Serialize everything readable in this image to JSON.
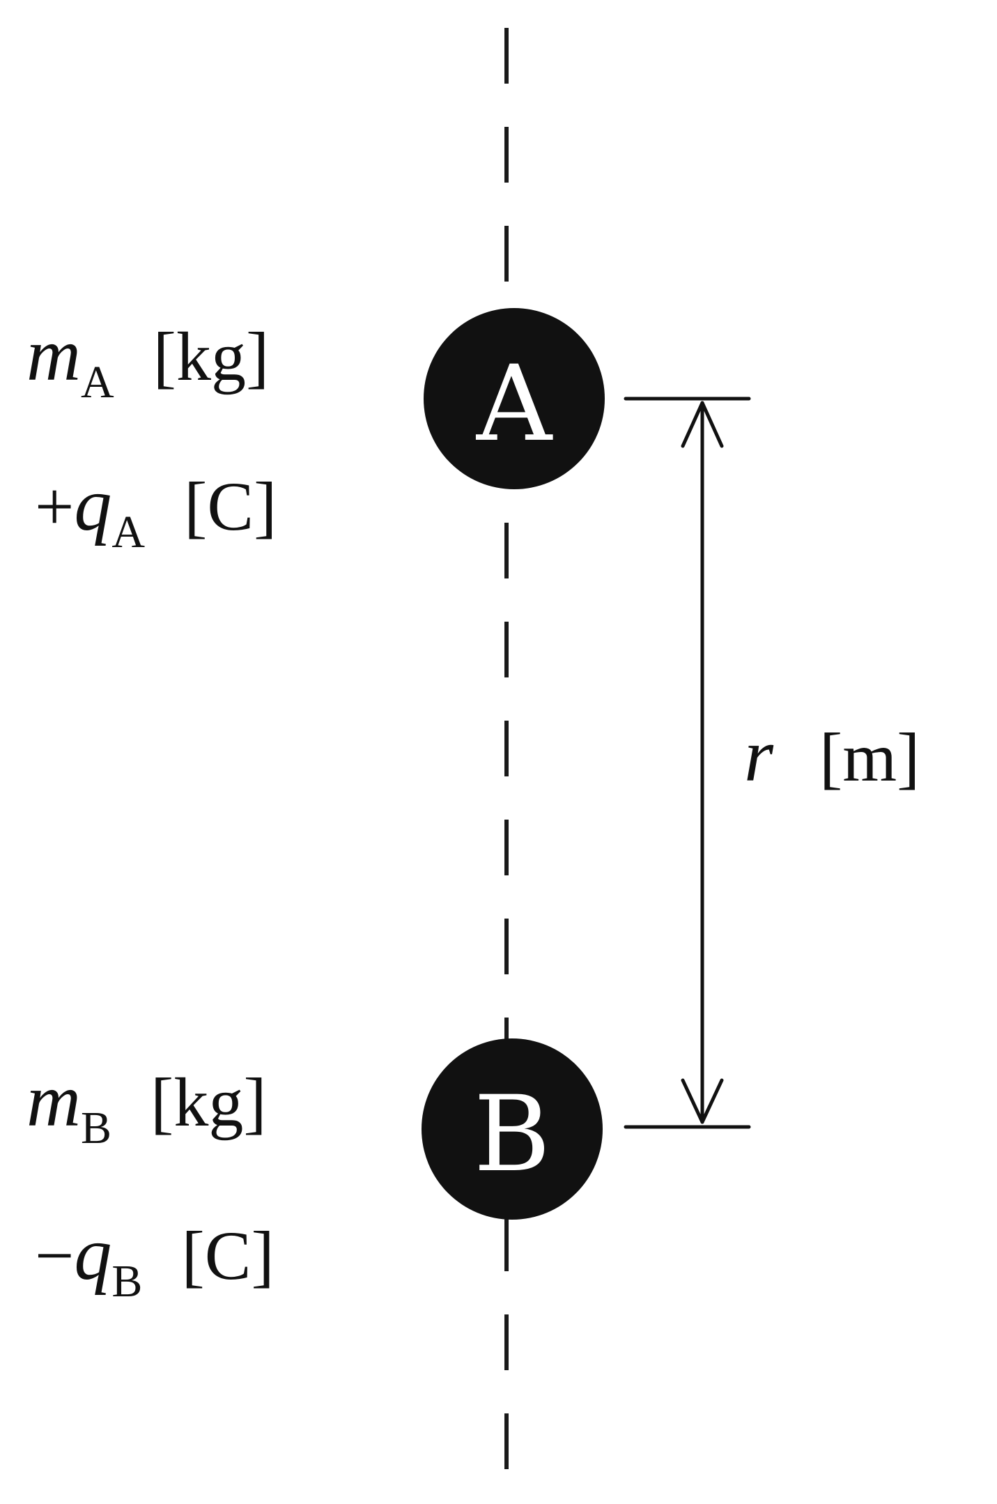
{
  "spheres": [
    {
      "letter": "A"
    },
    {
      "letter": "B"
    }
  ],
  "labels": {
    "mass_a": {
      "symbol": "m",
      "subscript": "A",
      "unit": "[kg]"
    },
    "charge_a": {
      "sign": "+",
      "symbol": "q",
      "subscript": "A",
      "unit": "[C]"
    },
    "mass_b": {
      "symbol": "m",
      "subscript": "B",
      "unit": "[kg]"
    },
    "charge_b": {
      "sign": "−",
      "symbol": "q",
      "subscript": "B",
      "unit": "[C]"
    },
    "distance": {
      "symbol": "r",
      "unit": "[m]"
    }
  }
}
